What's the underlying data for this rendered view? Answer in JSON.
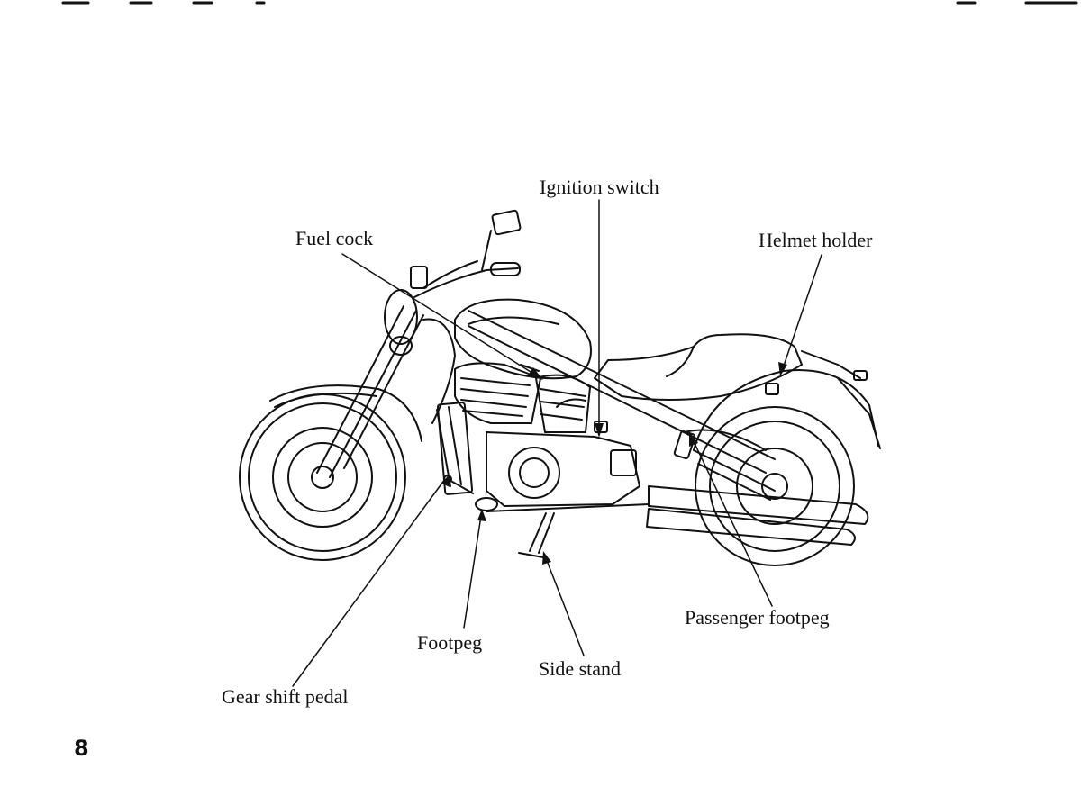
{
  "page": {
    "number": "8"
  },
  "labels": {
    "ignition_switch": "Ignition switch",
    "fuel_cock": "Fuel cock",
    "helmet_holder": "Helmet holder",
    "passenger_footpeg": "Passenger footpeg",
    "footpeg": "Footpeg",
    "side_stand": "Side stand",
    "gear_shift_pedal": "Gear shift pedal"
  },
  "colors": {
    "ink": "#111111",
    "paper": "#ffffff"
  }
}
